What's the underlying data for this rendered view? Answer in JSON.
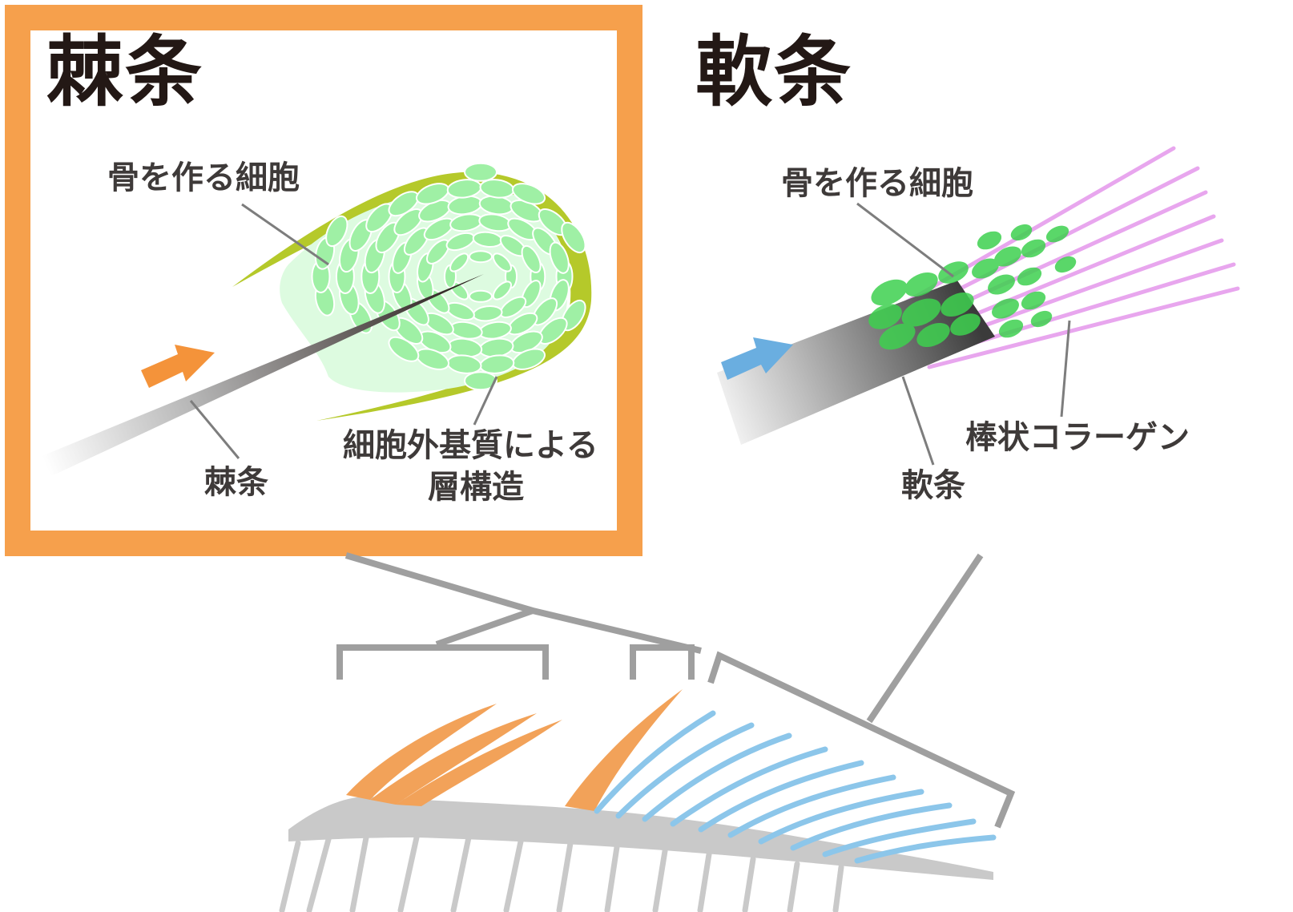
{
  "spine_panel": {
    "title": "棘条",
    "label_cells": "骨を作る細胞",
    "label_ray": "棘条",
    "label_matrix_line1": "細胞外基質による",
    "label_matrix_line2": "層構造",
    "frame_color": "#f6a04c",
    "arrow_color": "#f4933a",
    "cell_color": "#9ff0a5",
    "envelope_color": "#b5c92a"
  },
  "soft_panel": {
    "title": "軟条",
    "label_cells": "骨を作る細胞",
    "label_collagen": "棒状コラーゲン",
    "label_ray": "軟条",
    "frame_color": "#7bbbe4",
    "arrow_color": "#6aaee0",
    "cell_color": "#3ed14f",
    "collagen_color": "#e8a6ee"
  },
  "skeleton": {
    "spine_color": "#f2a259",
    "soft_color": "#8cc6ea",
    "bone_color": "#c9c9c9",
    "bracket_color": "#9f9f9f"
  }
}
